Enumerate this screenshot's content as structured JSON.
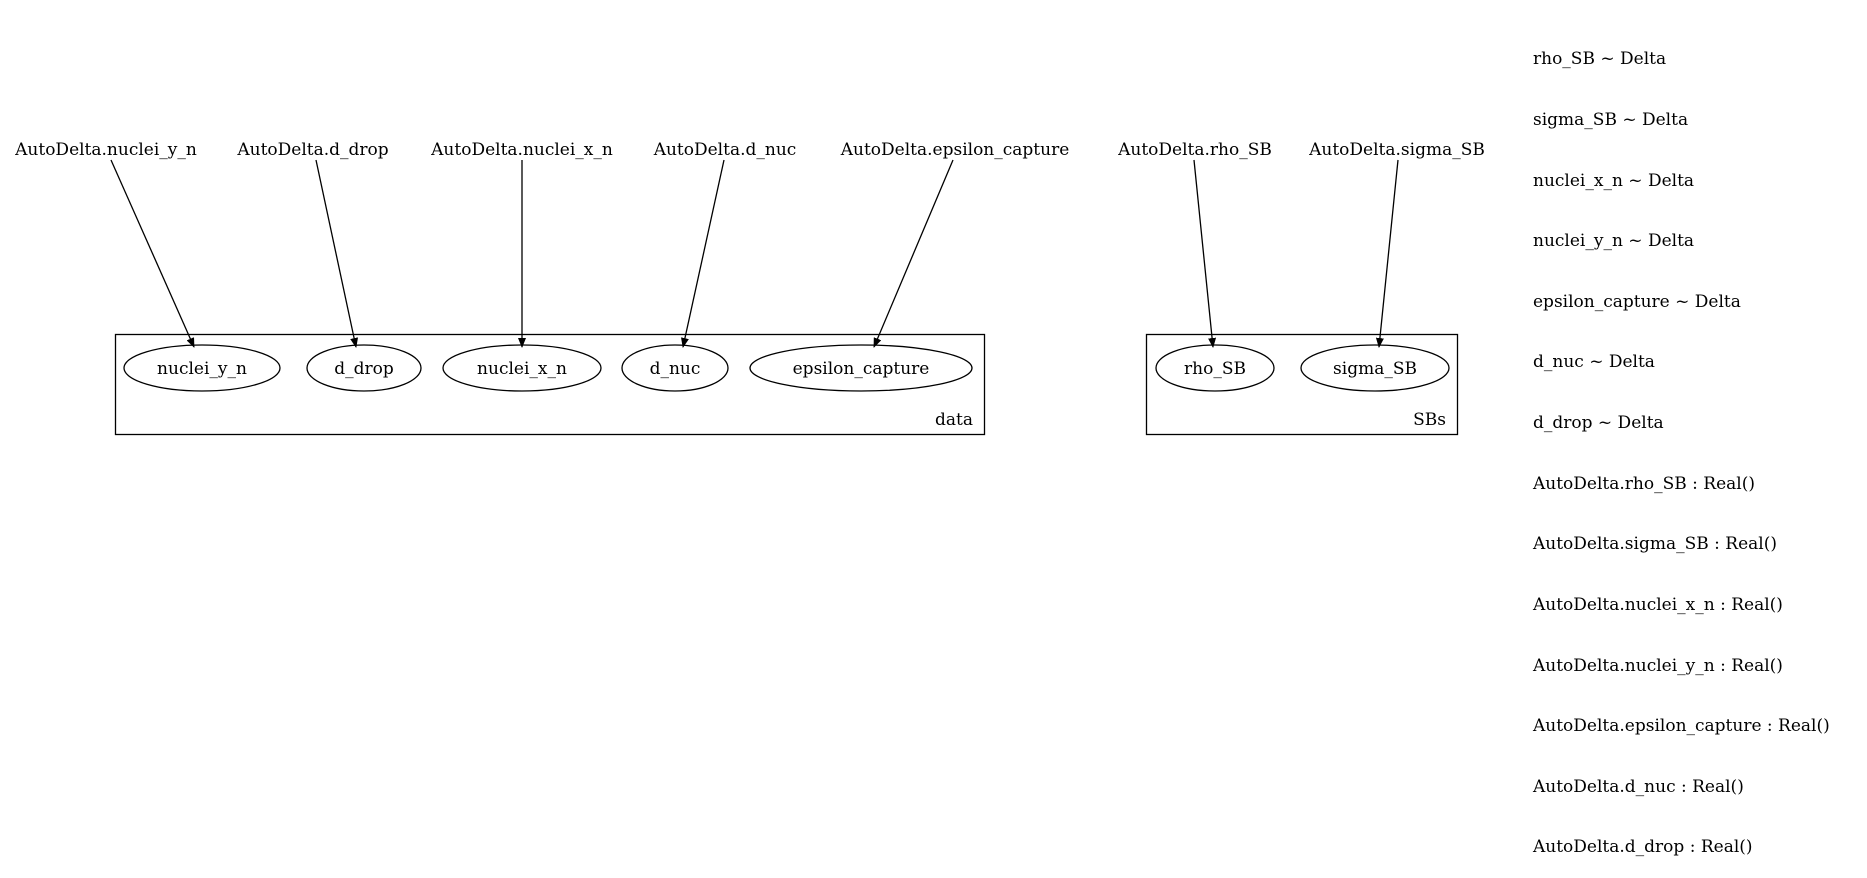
{
  "edge_color": "#000000",
  "source_nodes": {
    "nuclei_y_n": "AutoDelta.nuclei_y_n",
    "d_drop": "AutoDelta.d_drop",
    "nuclei_x_n": "AutoDelta.nuclei_x_n",
    "d_nuc": "AutoDelta.d_nuc",
    "epsilon_capture": "AutoDelta.epsilon_capture",
    "rho_SB": "AutoDelta.rho_SB",
    "sigma_SB": "AutoDelta.sigma_SB"
  },
  "clusters": {
    "data": {
      "label": "data",
      "nodes": {
        "nuclei_y_n": "nuclei_y_n",
        "d_drop": "d_drop",
        "nuclei_x_n": "nuclei_x_n",
        "d_nuc": "d_nuc",
        "epsilon_capture": "epsilon_capture"
      }
    },
    "sbs": {
      "label": "SBs",
      "nodes": {
        "rho_SB": "rho_SB",
        "sigma_SB": "sigma_SB"
      }
    }
  },
  "edges": [
    {
      "from": "AutoDelta.nuclei_y_n",
      "to": "nuclei_y_n"
    },
    {
      "from": "AutoDelta.d_drop",
      "to": "d_drop"
    },
    {
      "from": "AutoDelta.nuclei_x_n",
      "to": "nuclei_x_n"
    },
    {
      "from": "AutoDelta.d_nuc",
      "to": "d_nuc"
    },
    {
      "from": "AutoDelta.epsilon_capture",
      "to": "epsilon_capture"
    },
    {
      "from": "AutoDelta.rho_SB",
      "to": "rho_SB"
    },
    {
      "from": "AutoDelta.sigma_SB",
      "to": "sigma_SB"
    }
  ],
  "legend": [
    "rho_SB ~ Delta",
    "sigma_SB ~ Delta",
    "nuclei_x_n ~ Delta",
    "nuclei_y_n ~ Delta",
    "epsilon_capture ~ Delta",
    "d_nuc ~ Delta",
    "d_drop ~ Delta",
    "AutoDelta.rho_SB : Real()",
    "AutoDelta.sigma_SB : Real()",
    "AutoDelta.nuclei_x_n : Real()",
    "AutoDelta.nuclei_y_n : Real()",
    "AutoDelta.epsilon_capture : Real()",
    "AutoDelta.d_nuc : Real()",
    "AutoDelta.d_drop : Real()"
  ]
}
